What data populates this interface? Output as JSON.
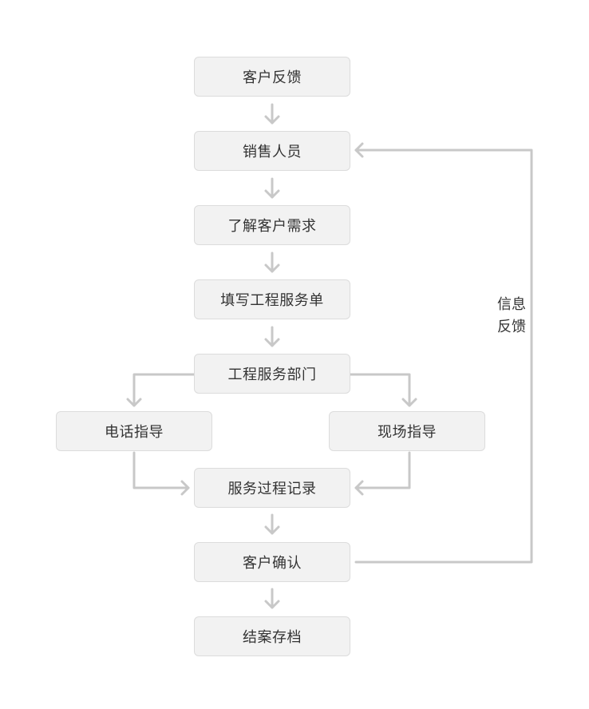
{
  "nodes": {
    "customer_feedback": "客户反馈",
    "sales_staff": "销售人员",
    "understand_needs": "了解客户需求",
    "fill_order": "填写工程服务单",
    "service_dept": "工程服务部门",
    "phone_guidance": "电话指导",
    "onsite_guidance": "现场指导",
    "service_record": "服务过程记录",
    "customer_confirm": "客户确认",
    "case_archive": "结案存档"
  },
  "feedback_label": {
    "line1": "信息",
    "line2": "反馈"
  },
  "colors": {
    "node_fill": "#f2f2f2",
    "node_border": "#dcdcdc",
    "connector": "#c8c8c8",
    "text": "#333333"
  }
}
